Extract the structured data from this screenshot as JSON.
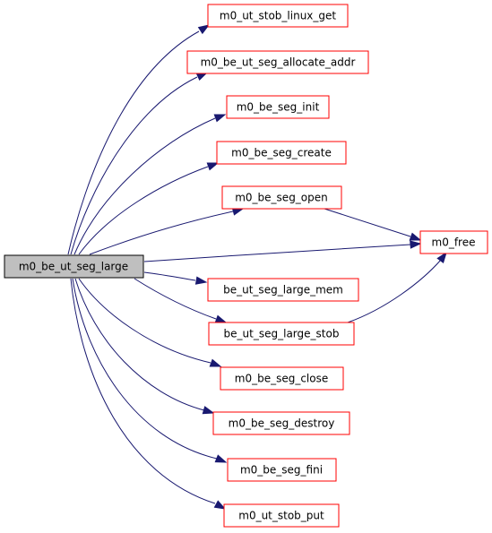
{
  "graph": {
    "root": "m0_be_ut_seg_large",
    "nodes": {
      "root": "m0_be_ut_seg_large",
      "stob_linux_get": "m0_ut_stob_linux_get",
      "allocate_addr": "m0_be_ut_seg_allocate_addr",
      "seg_init": "m0_be_seg_init",
      "seg_create": "m0_be_seg_create",
      "seg_open": "m0_be_seg_open",
      "free": "m0_free",
      "large_mem": "be_ut_seg_large_mem",
      "large_stob": "be_ut_seg_large_stob",
      "seg_close": "m0_be_seg_close",
      "seg_destroy": "m0_be_seg_destroy",
      "seg_fini": "m0_be_seg_fini",
      "stob_put": "m0_ut_stob_put"
    },
    "edges": [
      [
        "root",
        "stob_linux_get"
      ],
      [
        "root",
        "allocate_addr"
      ],
      [
        "root",
        "seg_init"
      ],
      [
        "root",
        "seg_create"
      ],
      [
        "root",
        "seg_open"
      ],
      [
        "root",
        "free"
      ],
      [
        "root",
        "large_mem"
      ],
      [
        "root",
        "large_stob"
      ],
      [
        "root",
        "seg_close"
      ],
      [
        "root",
        "seg_destroy"
      ],
      [
        "root",
        "seg_fini"
      ],
      [
        "root",
        "stob_put"
      ],
      [
        "seg_open",
        "free"
      ],
      [
        "large_stob",
        "free"
      ]
    ],
    "colors": {
      "edge": "#191970",
      "node_border": "#ff0000",
      "root_fill": "#bfbfbf",
      "root_border": "#000000"
    }
  }
}
